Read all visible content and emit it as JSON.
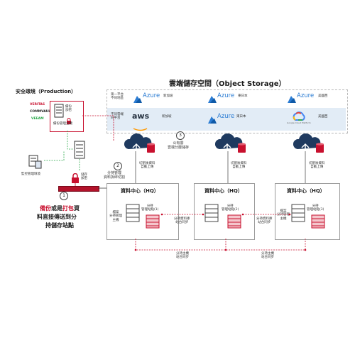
{
  "cloud": {
    "title": "雲端儲存空間（Object Storage）",
    "row1_label": "第一平台\n不同地區",
    "row2_label": "不同雲端\n同平台",
    "azure": "Azure",
    "aws": "aws",
    "regions_row1": [
      "新加坡",
      "東日本",
      "美國西"
    ],
    "regions_row2": [
      "新加坡",
      "東日本",
      "美國西"
    ],
    "google_caption": "Google Cloud Platform",
    "step3": "公有雲\n雲端分層儲存",
    "upload": "切割後資料\n自動上傳"
  },
  "production": {
    "title": "安全環境（Production）",
    "vendors": [
      "VERITAS",
      "COMMVAULT",
      "VEEAM"
    ],
    "backup_label": "備份\n加密",
    "backup_host": "備份管理主機",
    "lock_label": "儲存\n加密",
    "monitor": "監控管理環境"
  },
  "steps": {
    "s1": "1",
    "s2": "2",
    "s3": "3",
    "s2_text": "分持管理\n資料拆碎切割",
    "s1_line1_a": "備份",
    "s1_line1_b": "或是",
    "s1_line1_c": "打包",
    "s1_line1_d": "資",
    "s1_line2": "料直接傳送到分",
    "s1_line3": "持儲存站點"
  },
  "hq": {
    "title": "資料中心（HQ）",
    "mgmt_host": "分持\n管理主機",
    "main_host": "檔案\n分持管理\n主機",
    "stations": [
      "分持\n管理站點(1)",
      "分持\n管理站點(2)",
      "分持\n管理站點(3)"
    ],
    "sync1": "分持資料庫\n站台同步",
    "sync2": "分持資料庫\n站台同步",
    "bottom_sync1": "分持主機\n站台同步",
    "bottom_sync2": "分持主機\n站台同步"
  },
  "colors": {
    "accent_red": "#c8102e",
    "azure_blue": "#2b7cd3",
    "green_dashed": "#2aa84a",
    "cloud_bg": "#e2ecf6"
  }
}
